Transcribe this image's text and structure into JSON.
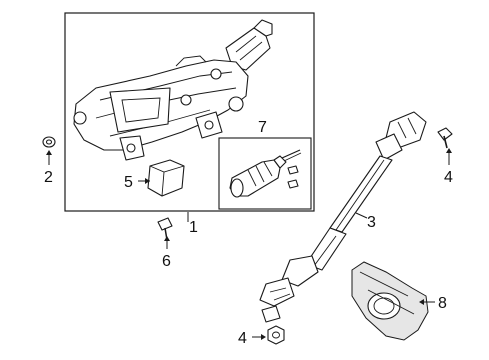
{
  "diagram": {
    "callouts": [
      {
        "id": "c1",
        "label": "1"
      },
      {
        "id": "c2",
        "label": "2"
      },
      {
        "id": "c3",
        "label": "3"
      },
      {
        "id": "c4a",
        "label": "4"
      },
      {
        "id": "c4b",
        "label": "4"
      },
      {
        "id": "c5",
        "label": "5"
      },
      {
        "id": "c6",
        "label": "6"
      },
      {
        "id": "c7",
        "label": "7"
      },
      {
        "id": "c8",
        "label": "8"
      }
    ],
    "colors": {
      "line": "#1a1a1a",
      "background": "#ffffff",
      "shade": "#e6e6e6"
    }
  }
}
